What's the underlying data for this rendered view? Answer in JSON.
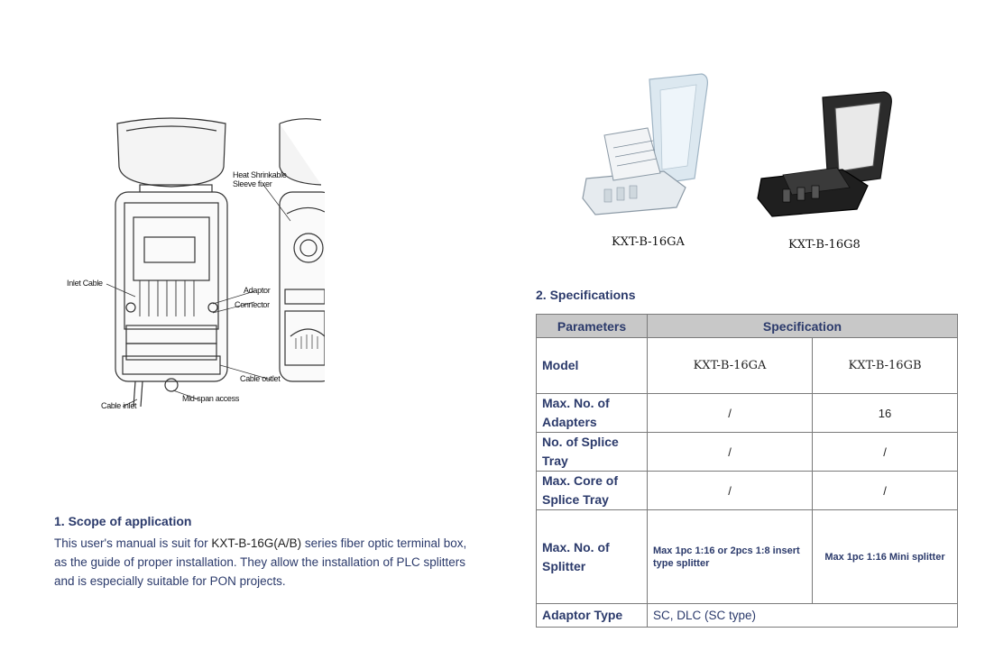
{
  "diagram": {
    "callouts": {
      "heat_sleeve": "Heat Shrinkable Sleeve fixer",
      "inlet_cable": "Inlet Cable",
      "adaptor": "Adaptor",
      "connector": "Connector",
      "cable_outlet": "Cable outlet",
      "mid_span": "Mid-span access",
      "cable_inlet": "Cable inlet"
    }
  },
  "scope": {
    "heading": "1.  Scope of application",
    "text_before": "This user's manual is suit for ",
    "model": "KXT-B-16G(A/B)",
    "text_after": " series fiber optic terminal box, as the guide of proper installation. They allow the installation of PLC splitters and is especially suitable for PON projects."
  },
  "photos": {
    "left_caption": "KXT-B-16GA",
    "right_caption": "KXT-B-16G8"
  },
  "specs": {
    "heading": "2.  Specifications",
    "col_params": "Parameters",
    "col_spec": "Specification",
    "rows": {
      "model": {
        "label": "Model",
        "a": "KXT-B-16GA",
        "b": "KXT-B-16GB"
      },
      "adapters": {
        "label": "Max. No. of Adapters",
        "a": "/",
        "b": "16"
      },
      "trays": {
        "label": "No. of Splice Tray",
        "a": "/",
        "b": "/"
      },
      "cores": {
        "label": "Max. Core of Splice Tray",
        "a": "/",
        "b": "/"
      },
      "splitter": {
        "label": "Max. No. of Splitter",
        "a": "Max 1pc 1:16 or 2pcs 1:8 insert type splitter",
        "b": "Max 1pc 1:16 Mini splitter"
      },
      "adaptor_type": {
        "label": "Adaptor Type",
        "value": "SC, DLC (SC type)"
      }
    }
  }
}
